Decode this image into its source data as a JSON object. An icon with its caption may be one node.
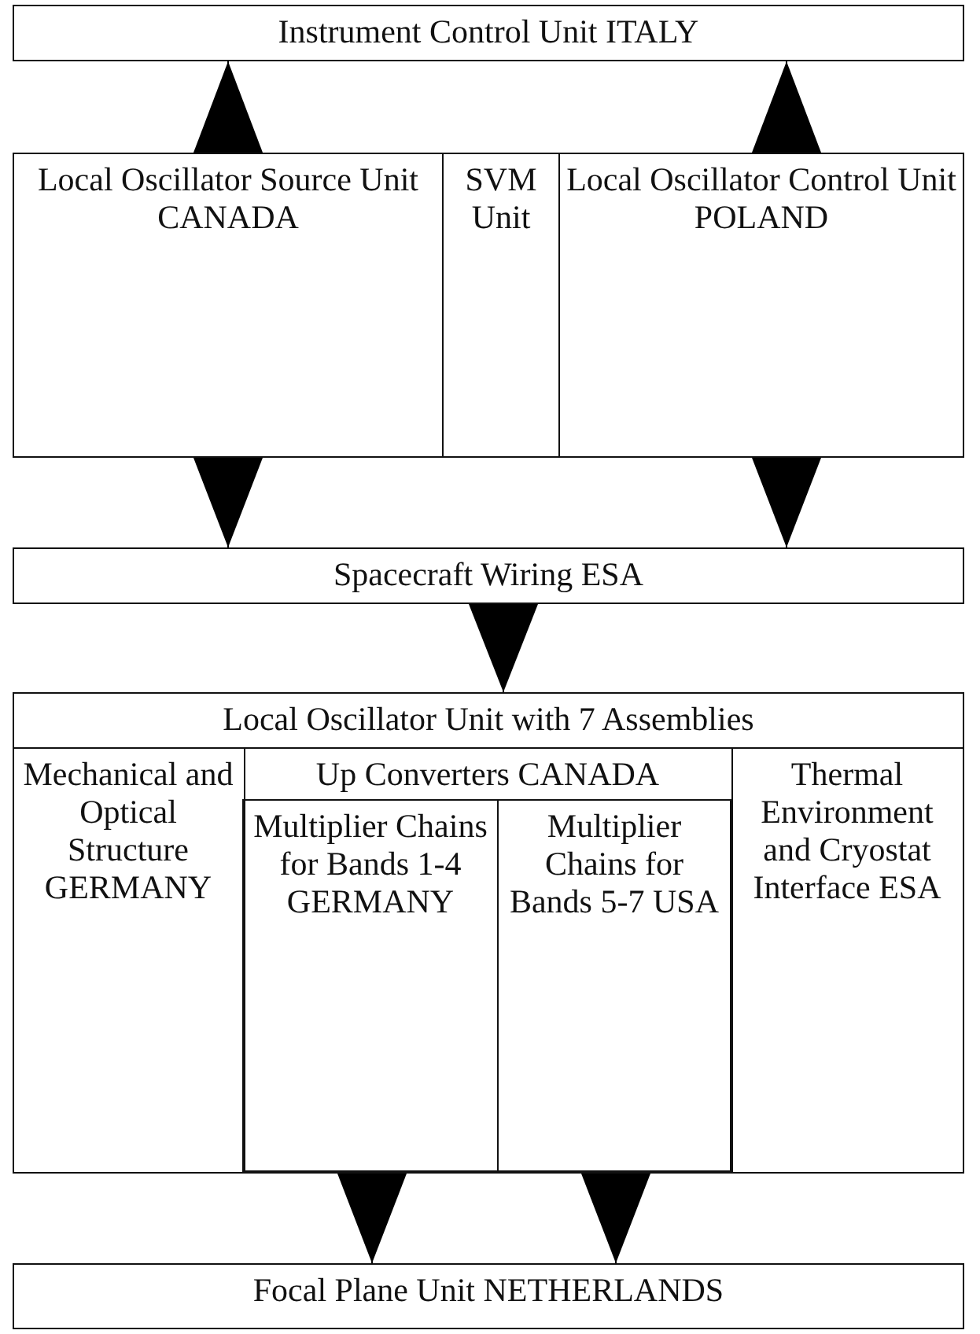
{
  "diagram": {
    "nodes": [
      {
        "text": [
          "Instrument Control Unit ITALY"
        ]
      },
      {
        "text": [
          "Local Oscillator Source Unit CANADA"
        ]
      },
      {
        "text": [
          "SVM Unit"
        ]
      },
      {
        "text": [
          "Local Oscillator Control Unit POLAND"
        ]
      },
      {
        "text": [
          "Spacecraft Wiring ESA"
        ]
      },
      {
        "text": [
          "Local Oscillator Unit with 7 Assemblies"
        ]
      },
      {
        "text": [
          "Mechanical and Optical Structure GERMANY"
        ],
        "in": 5
      },
      {
        "text": [
          "Up Converters CANADA"
        ],
        "in": 5
      },
      {
        "text": [
          "Multiplier Chains for Bands 1-4 GERMANY"
        ],
        "in": 7
      },
      {
        "text": [
          "Multiplier Chains for Bands 5-7 USA"
        ],
        "in": 7
      },
      {
        "text": [
          "Thermal Environment and Cryostat Interface ESA"
        ],
        "in": 5
      },
      {
        "text": [
          "Focal Plane Unit NETHERLANDS"
        ]
      }
    ],
    "edges": [
      {
        "from": 1,
        "to": 0,
        "arrow": "to"
      },
      {
        "from": 3,
        "to": 0,
        "arrow": "to"
      },
      {
        "from": 1,
        "to": 4,
        "arrow": "to"
      },
      {
        "from": 3,
        "to": 4,
        "arrow": "to"
      },
      {
        "from": 4,
        "to": 5,
        "arrow": "to"
      },
      {
        "from": 8,
        "to": 11,
        "arrow": "to"
      },
      {
        "from": 9,
        "to": 11,
        "arrow": "to"
      }
    ]
  }
}
